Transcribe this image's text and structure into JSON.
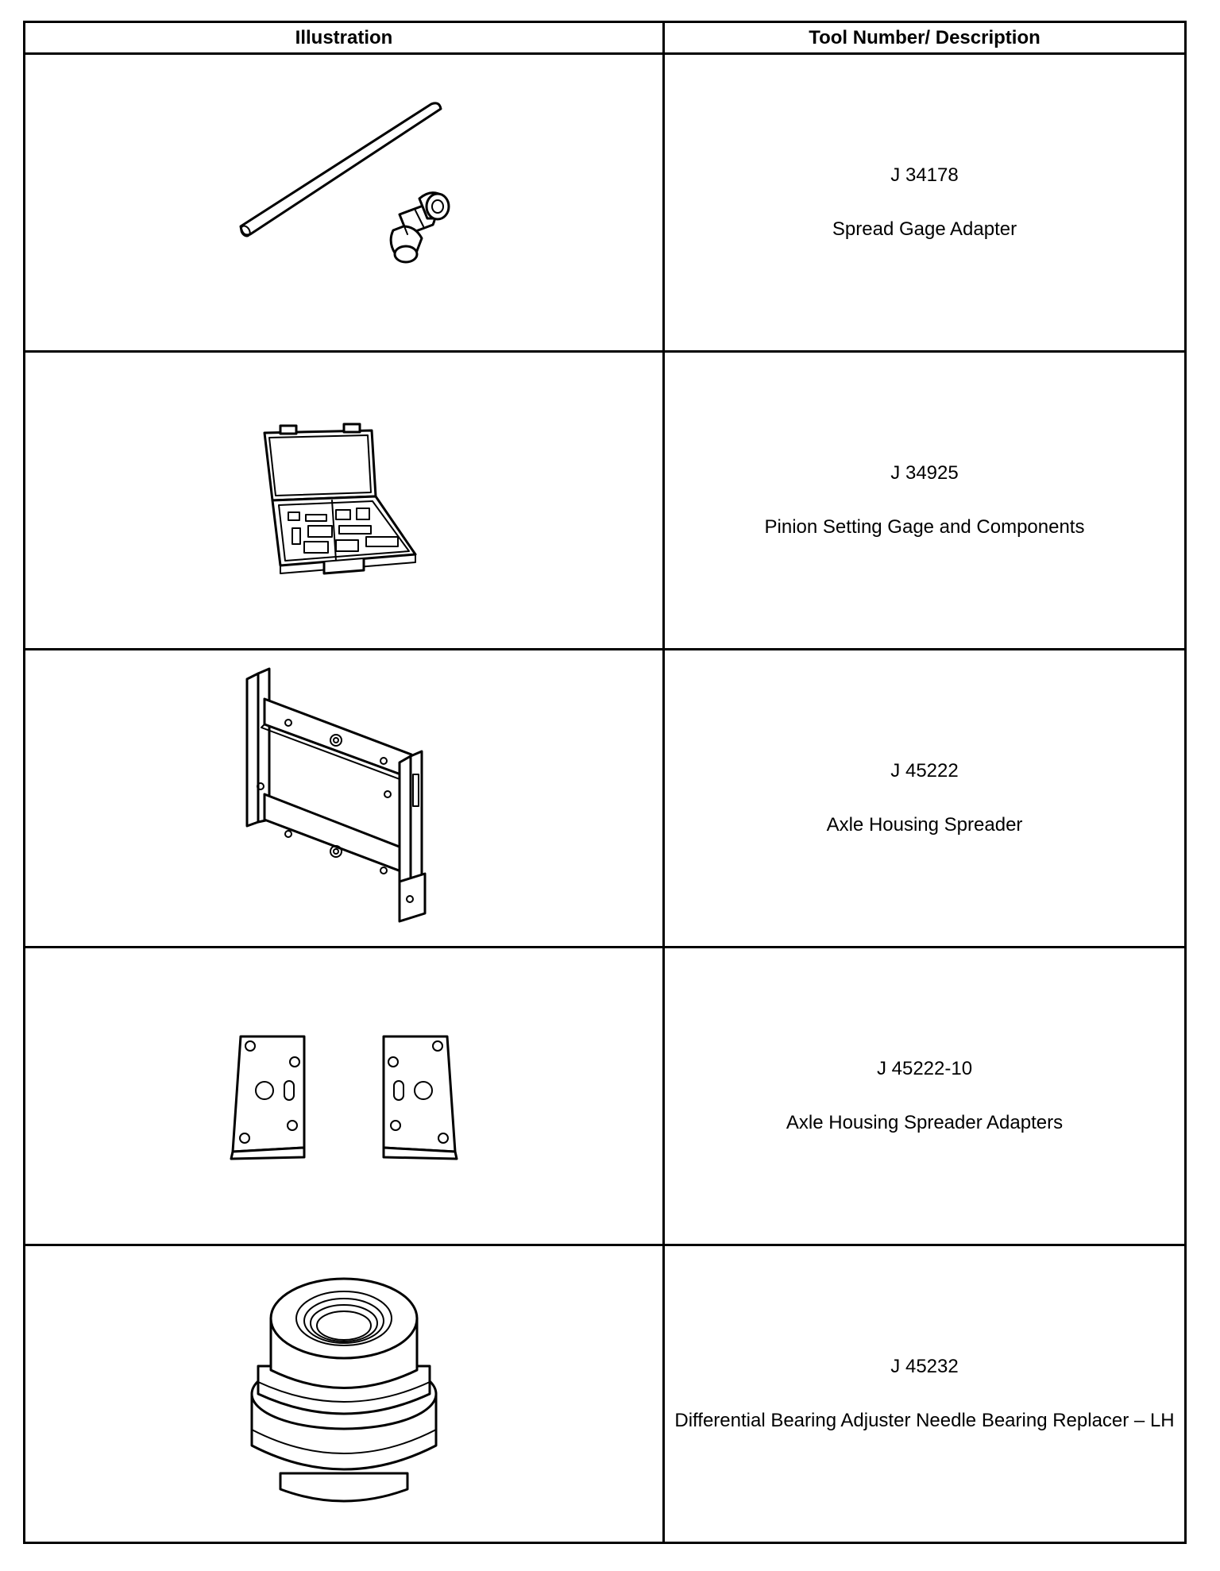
{
  "table": {
    "headers": {
      "illustration": "Illustration",
      "tool": "Tool Number/ Description"
    },
    "rows": [
      {
        "number": "J 34178",
        "description": "Spread Gage Adapter",
        "icon": "spread-gage-adapter-illustration"
      },
      {
        "number": "J 34925",
        "description": "Pinion Setting Gage and Components",
        "icon": "pinion-setting-gage-case-illustration"
      },
      {
        "number": "J 45222",
        "description": "Axle Housing Spreader",
        "icon": "axle-housing-spreader-illustration"
      },
      {
        "number": "J 45222-10",
        "description": "Axle Housing Spreader Adapters",
        "icon": "spreader-adapters-illustration"
      },
      {
        "number": "J 45232",
        "description": "Differential Bearing Adjuster Needle Bearing Replacer – LH",
        "icon": "needle-bearing-replacer-illustration"
      }
    ]
  }
}
